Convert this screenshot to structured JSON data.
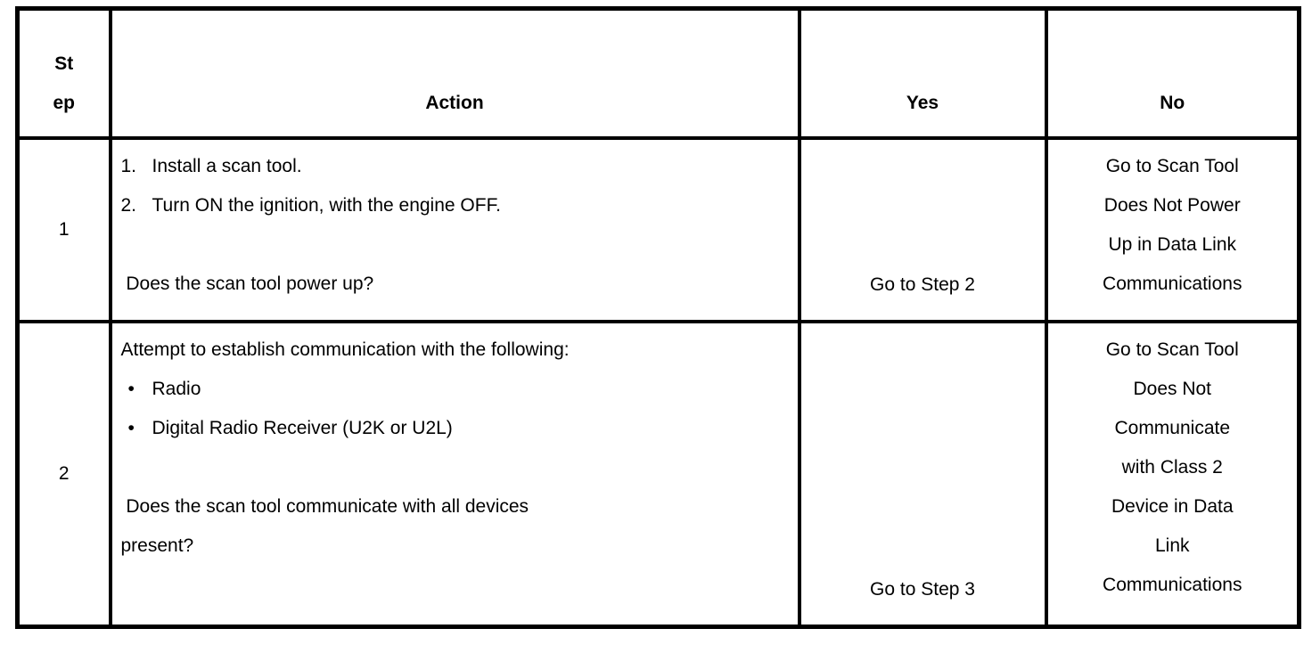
{
  "table": {
    "headers": {
      "step": "St\nep",
      "action": "Action",
      "yes": "Yes",
      "no": "No"
    },
    "rows": [
      {
        "step": "1",
        "action_lines": [
          {
            "marker": "1.",
            "marker_type": "number",
            "text": "Install a scan tool."
          },
          {
            "marker": "2.",
            "marker_type": "number",
            "text": "Turn ON the ignition, with the engine OFF."
          },
          {
            "marker": "",
            "marker_type": "spacer",
            "text": ""
          },
          {
            "marker": "",
            "marker_type": "plain",
            "text": " Does the scan tool power up?"
          }
        ],
        "yes": "Go to Step 2",
        "no": "Go to Scan Tool\nDoes Not Power\nUp in Data Link\nCommunications"
      },
      {
        "step": "2",
        "action_lines": [
          {
            "marker": "",
            "marker_type": "plain",
            "text": "Attempt to establish communication with the following:"
          },
          {
            "marker": "•",
            "marker_type": "bullet",
            "text": "Radio"
          },
          {
            "marker": "•",
            "marker_type": "bullet",
            "text": "Digital Radio Receiver (U2K or U2L)"
          },
          {
            "marker": "",
            "marker_type": "spacer",
            "text": ""
          },
          {
            "marker": "",
            "marker_type": "plain",
            "text": " Does the scan tool communicate with all devices\npresent?"
          }
        ],
        "yes": "Go to Step 3",
        "no": "Go to Scan Tool\nDoes Not\nCommunicate\nwith Class 2\nDevice in Data\nLink\nCommunications"
      }
    ]
  }
}
